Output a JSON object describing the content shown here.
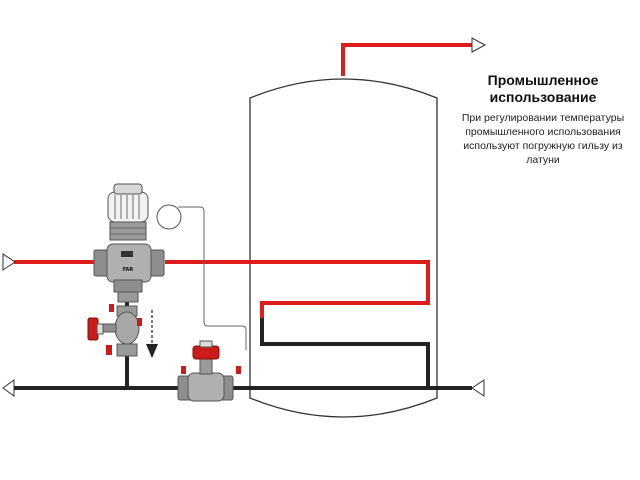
{
  "caption": {
    "title": "Промышленное использование",
    "text": "При регулировании температуры промышленного использования используют погружную гильзу из латуни"
  },
  "valve_brand_label": "FAR",
  "colors": {
    "supply_line": "#dd1c1c",
    "return_line": "#222222",
    "tank_outline": "#333333",
    "valve_body": "#9a9a9a",
    "handwheel": "#cc1b1b"
  }
}
